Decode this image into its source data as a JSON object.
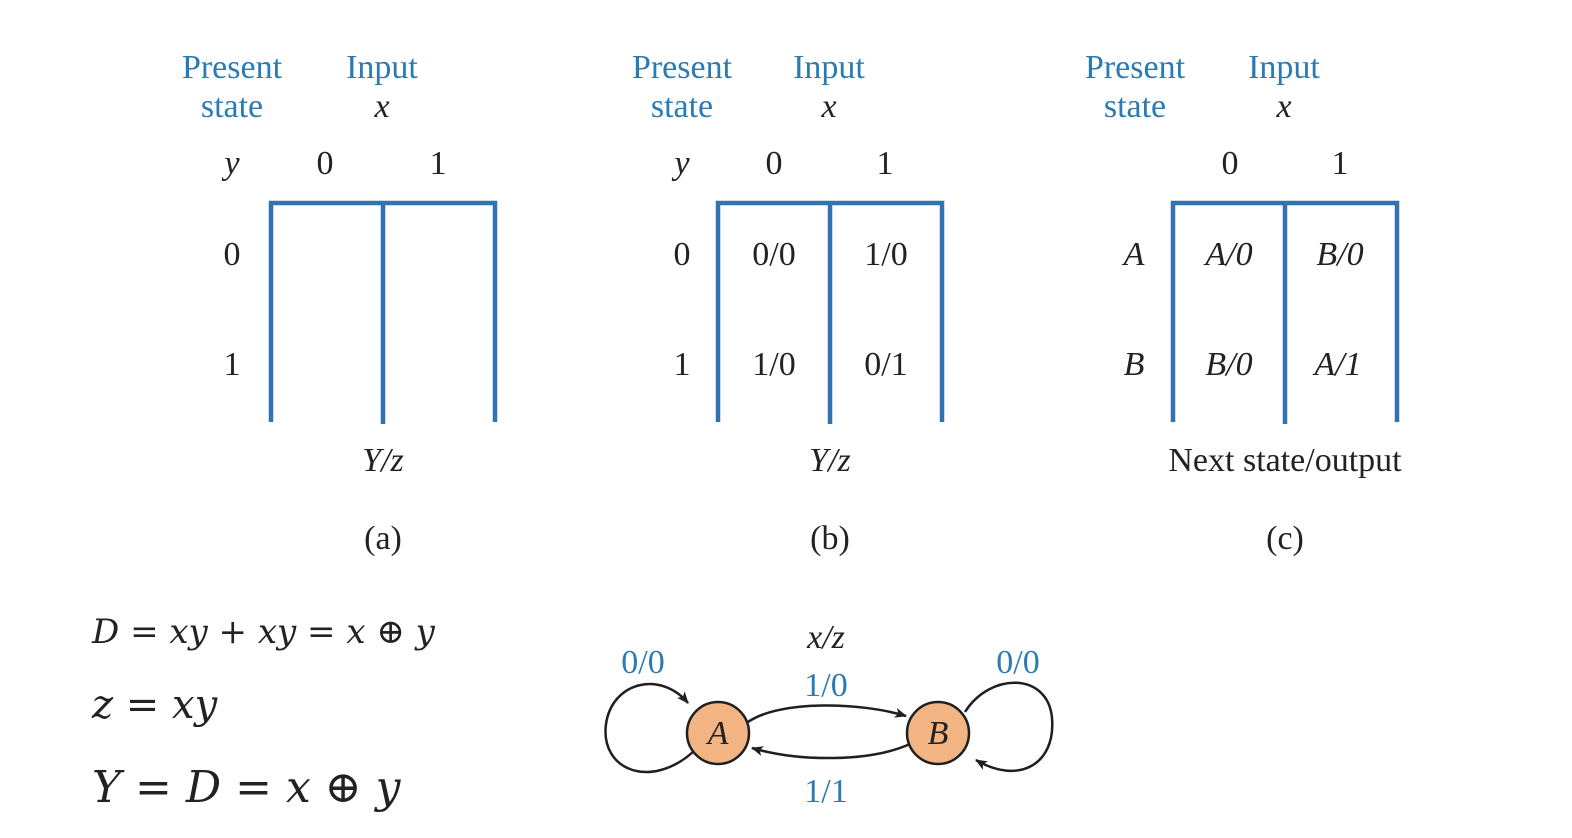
{
  "tables": [
    {
      "id": "a",
      "header_present": [
        "Present",
        "state"
      ],
      "header_input": [
        "Input",
        "x"
      ],
      "row_var": "y",
      "col_labels": [
        "0",
        "1"
      ],
      "row_labels": [
        "0",
        "1"
      ],
      "cells": [
        [
          "",
          ""
        ],
        [
          "",
          ""
        ]
      ],
      "footer": "Y/z",
      "caption": "(a)"
    },
    {
      "id": "b",
      "header_present": [
        "Present",
        "state"
      ],
      "header_input": [
        "Input",
        "x"
      ],
      "row_var": "y",
      "col_labels": [
        "0",
        "1"
      ],
      "row_labels": [
        "0",
        "1"
      ],
      "cells": [
        [
          "0/0",
          "1/0"
        ],
        [
          "1/0",
          "0/1"
        ]
      ],
      "footer": "Y/z",
      "caption": "(b)"
    },
    {
      "id": "c",
      "header_present": [
        "Present",
        "state"
      ],
      "header_input": [
        "Input",
        "x"
      ],
      "row_var": "",
      "col_labels": [
        "0",
        "1"
      ],
      "row_labels": [
        "A",
        "B"
      ],
      "cells": [
        [
          "A/0",
          "B/0"
        ],
        [
          "B/0",
          "A/1"
        ]
      ],
      "footer": "Next state/output",
      "caption": "(c)"
    }
  ],
  "equations": [
    "D = xy + xy = x ⊕ y",
    "z = xy",
    "Y = D = x ⊕ y"
  ],
  "state_diagram": {
    "legend": "x/z",
    "states": [
      "A",
      "B"
    ],
    "self_loop_A": "0/0",
    "self_loop_B": "0/0",
    "edge_A_to_B": "1/0",
    "edge_B_to_A": "1/1"
  },
  "colors": {
    "accent_blue": "#2a7ab4",
    "frame_blue": "#2f73b1",
    "node_fill": "#f2b483",
    "text": "#222222"
  }
}
